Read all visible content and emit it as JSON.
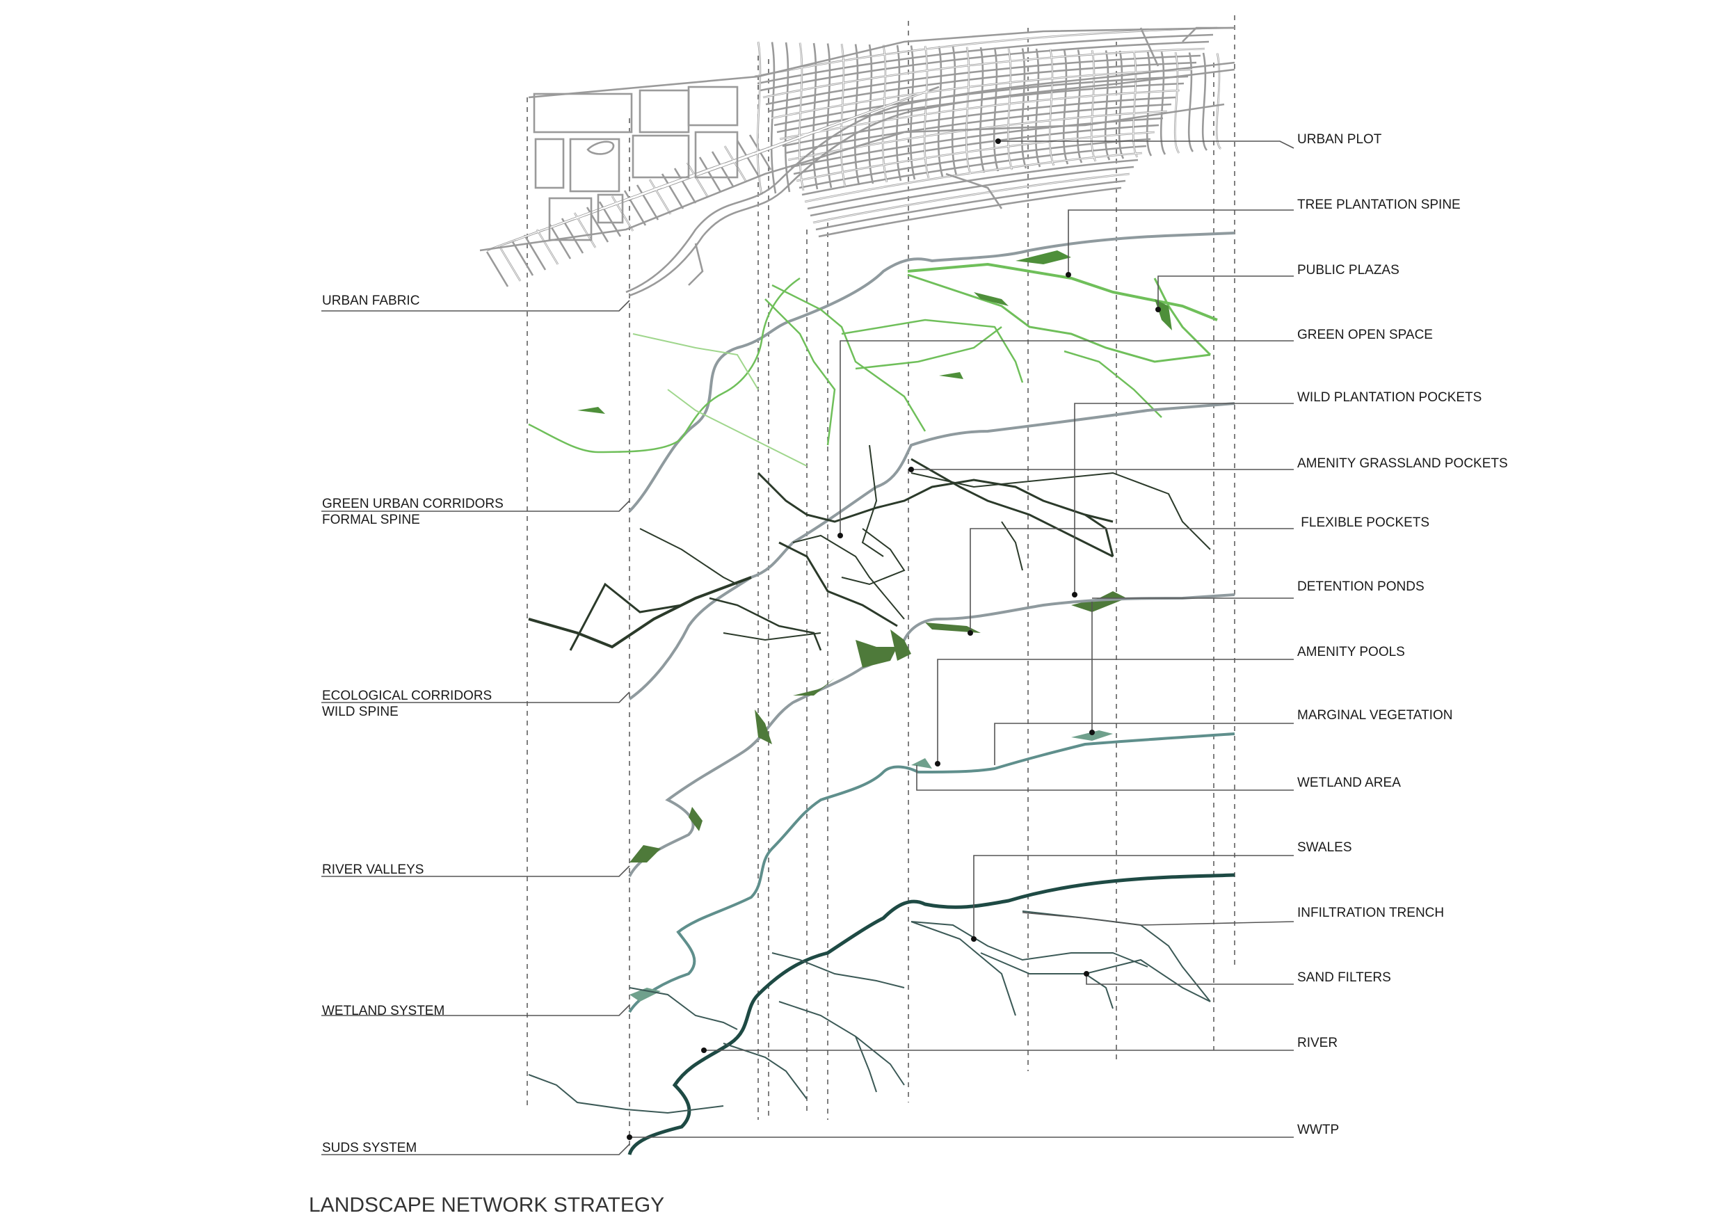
{
  "title": "LANDSCAPE NETWORK STRATEGY",
  "layers_left": [
    {
      "key": "urban_fabric",
      "lines": [
        "URBAN FABRIC"
      ]
    },
    {
      "key": "green_urban",
      "lines": [
        "GREEN URBAN CORRIDORS",
        "FORMAL SPINE"
      ]
    },
    {
      "key": "ecological",
      "lines": [
        "ECOLOGICAL CORRIDORS",
        "WILD SPINE"
      ]
    },
    {
      "key": "river_valleys",
      "lines": [
        "RIVER VALLEYS"
      ]
    },
    {
      "key": "wetland",
      "lines": [
        "WETLAND SYSTEM"
      ]
    },
    {
      "key": "suds",
      "lines": [
        "SUDS SYSTEM"
      ]
    }
  ],
  "elements_right": [
    "URBAN PLOT",
    "TREE PLANTATION SPINE",
    "PUBLIC PLAZAS",
    "GREEN  OPEN SPACE",
    "WILD PLANTATION POCKETS",
    "AMENITY GRASSLAND POCKETS",
    " FLEXIBLE POCKETS",
    "DETENTION PONDS",
    "AMENITY POOLS",
    "MARGINAL VEGETATION",
    "WETLAND AREA",
    "SWALES",
    "INFILTRATION TRENCH",
    "SAND FILTERS",
    "RIVER",
    "WWTP"
  ],
  "colors": {
    "background": "#ffffff",
    "urban_fabric": "#9a9a9a",
    "green_corridor": "#6fbf5a",
    "green_corridor_light": "#9fd68c",
    "wild_spine": "#2b3a2a",
    "wild_fill": "#4e7a3a",
    "river_valley": "#8fa0a8",
    "wetland": "#5f8f8c",
    "suds": "#1e4a44",
    "leader": "#555555"
  }
}
